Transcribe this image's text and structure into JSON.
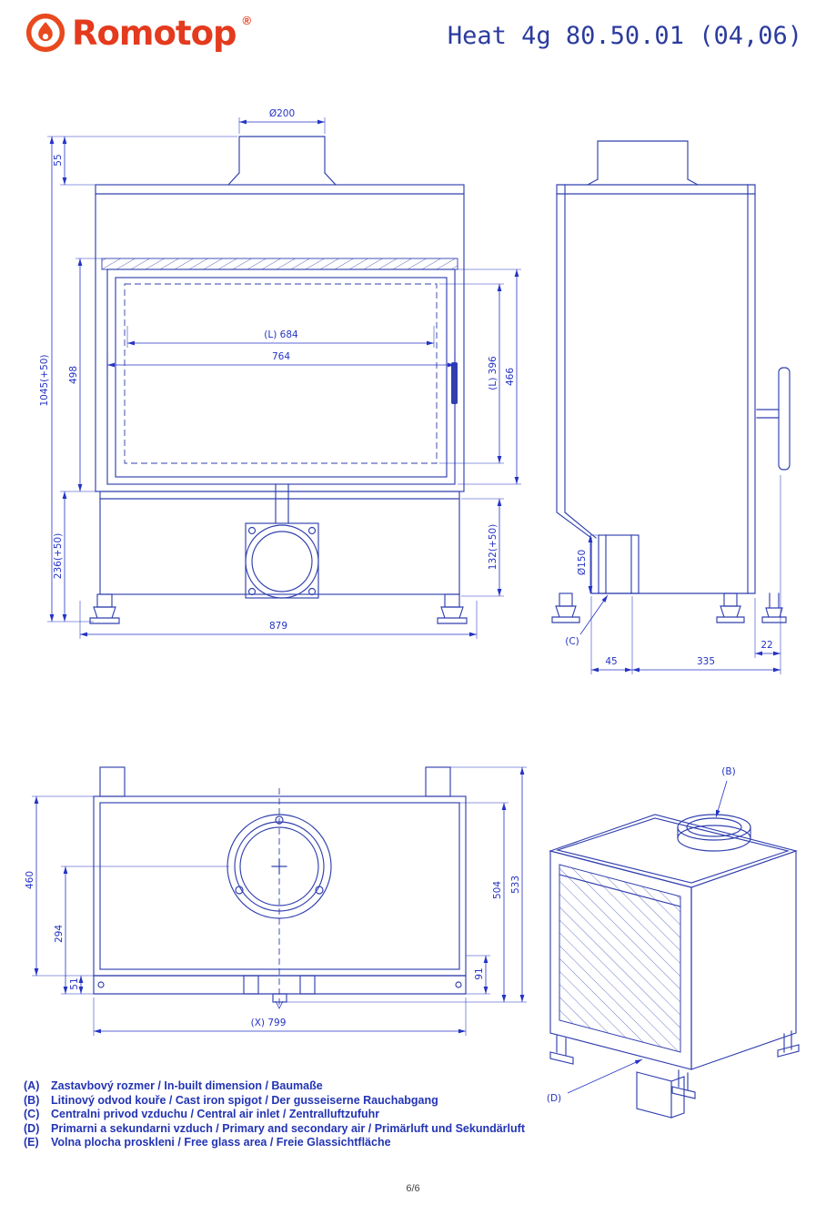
{
  "colors": {
    "drawing": "#3140ae",
    "dimension": "#2433c4",
    "brand_red": "#e43a1e",
    "title_blue": "#2b3b9e"
  },
  "header": {
    "brand": "Romotop",
    "registered": "®",
    "title": "Heat 4g 80.50.01 (04,06)"
  },
  "views": {
    "front": {
      "flue_diameter": "Ø200",
      "collar_height": "55",
      "firebox_height": "498",
      "total_height": "1045(+50)",
      "base_height": "236(+50)",
      "glass_width": "(L) 684",
      "opening_width": "764",
      "glass_height": "(L) 396",
      "opening_height": "466",
      "base_inner_height": "132(+50)",
      "total_width": "879"
    },
    "side": {
      "inlet_diameter": "Ø150",
      "inlet_label": "(C)",
      "inlet_offset": "45",
      "depth": "335",
      "back_offset": "22"
    },
    "top": {
      "body_depth": "460",
      "center_depth": "294",
      "front_edge": "51",
      "body_width": "(X) 799",
      "right_offset": "91",
      "depth_inner": "504",
      "depth_total": "533"
    },
    "iso": {
      "spigot_label": "(B)",
      "air_label": "(D)"
    }
  },
  "legend": {
    "items": [
      {
        "key": "(A)",
        "text": "Zastavbový rozmer / In-built dimension / Baumaße"
      },
      {
        "key": "(B)",
        "text": "Litinový odvod kouře / Cast iron spigot / Der gusseiserne Rauchabgang"
      },
      {
        "key": "(C)",
        "text": "Centralni privod vzduchu / Central air inlet / Zentralluftzufuhr"
      },
      {
        "key": "(D)",
        "text": "Primarni a sekundarni vzduch / Primary and secondary air / Primärluft und Sekundärluft"
      },
      {
        "key": "(E)",
        "text": "Volna plocha proskleni / Free glass area / Freie Glassichtfläche"
      }
    ]
  },
  "footer": {
    "page": "6/6"
  }
}
